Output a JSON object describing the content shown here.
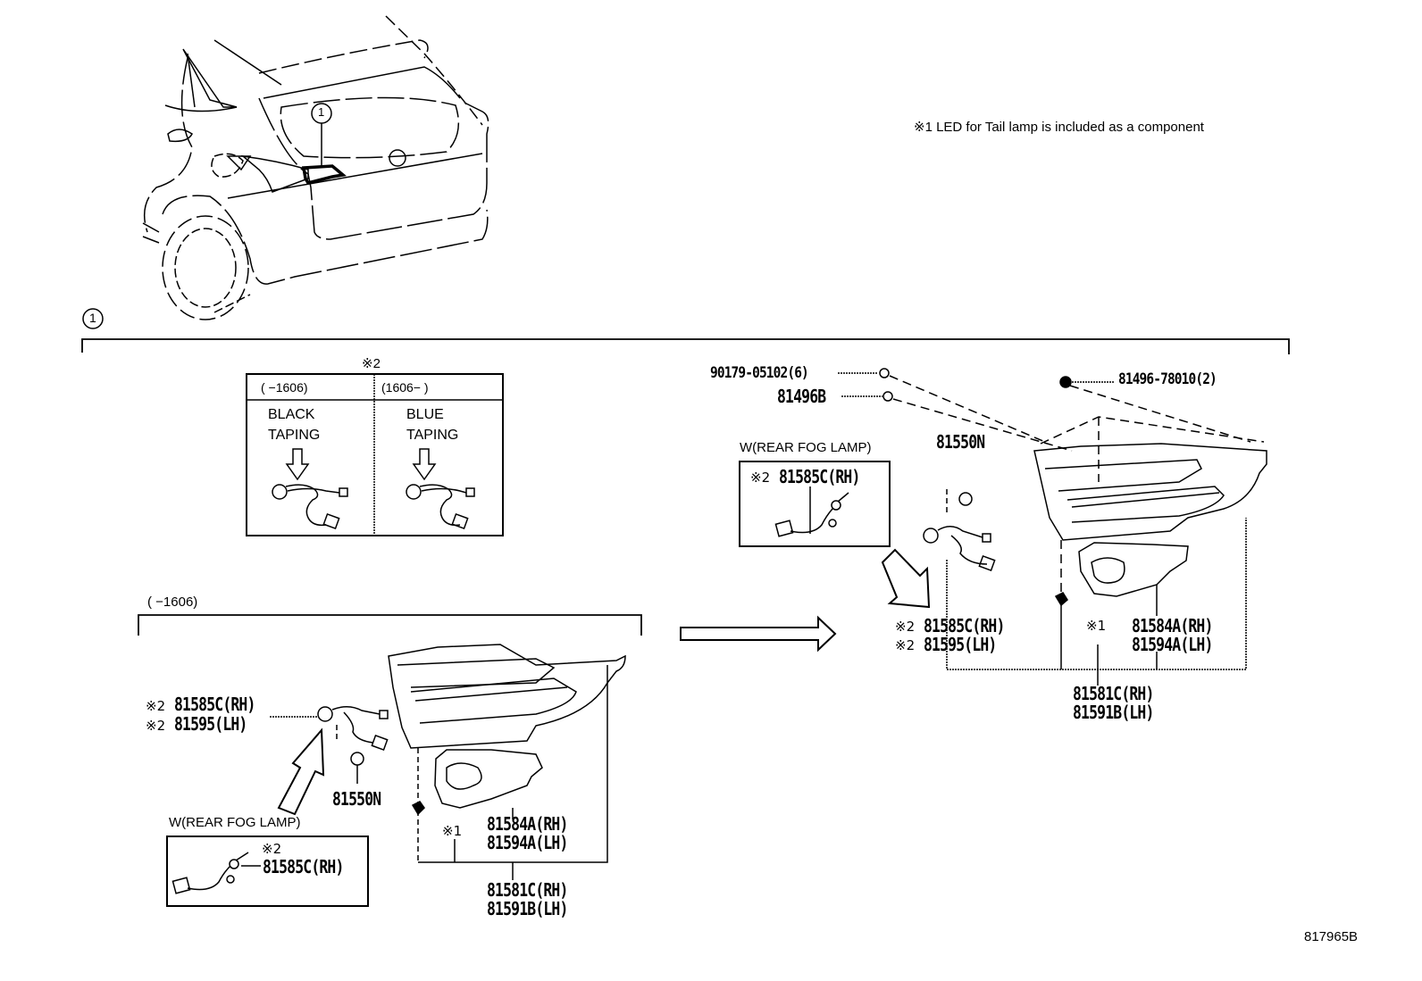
{
  "diagram": {
    "footnote": "※1 LED for Tail lamp is included as a component",
    "drawing_id": "817965B",
    "callout_main": "1",
    "vehicle_callout": "1",
    "note2_title": "※2",
    "taping_table": {
      "columns": [
        {
          "header": "(      −1606)",
          "line1": "BLACK",
          "line2": "TAPING"
        },
        {
          "header": "(1606−      )",
          "line1": "BLUE",
          "line2": "TAPING"
        }
      ]
    },
    "old_section": {
      "range_label": "(      −1606)",
      "socket_rh_mark": "※2",
      "socket_rh": "81585C(RH)",
      "socket_lh_mark": "※2",
      "socket_lh": "81595(LH)",
      "grommet": "81550N",
      "cover_rh": "81584A(RH)",
      "cover_lh": "81594A(LH)",
      "led_mark": "※1",
      "lamp_rh": "81581C(RH)",
      "lamp_lh": "81591B(LH)",
      "fog_label": "W(REAR FOG LAMP)",
      "fog_mark": "※2",
      "fog_part": "81585C(RH)"
    },
    "new_section": {
      "nut_1": "90179-05102(6)",
      "nut_2": "81496B",
      "nut_3": "81496-78010(2)",
      "grommet": "81550N",
      "fog_label": "W(REAR FOG LAMP)",
      "fog_mark": "※2",
      "fog_part": "81585C(RH)",
      "socket_rh_mark": "※2",
      "socket_rh": "81585C(RH)",
      "socket_lh_mark": "※2",
      "socket_lh": "81595(LH)",
      "led_mark": "※1",
      "cover_rh": "81584A(RH)",
      "cover_lh": "81594A(LH)",
      "lamp_rh": "81581C(RH)",
      "lamp_lh": "81591B(LH)"
    }
  }
}
